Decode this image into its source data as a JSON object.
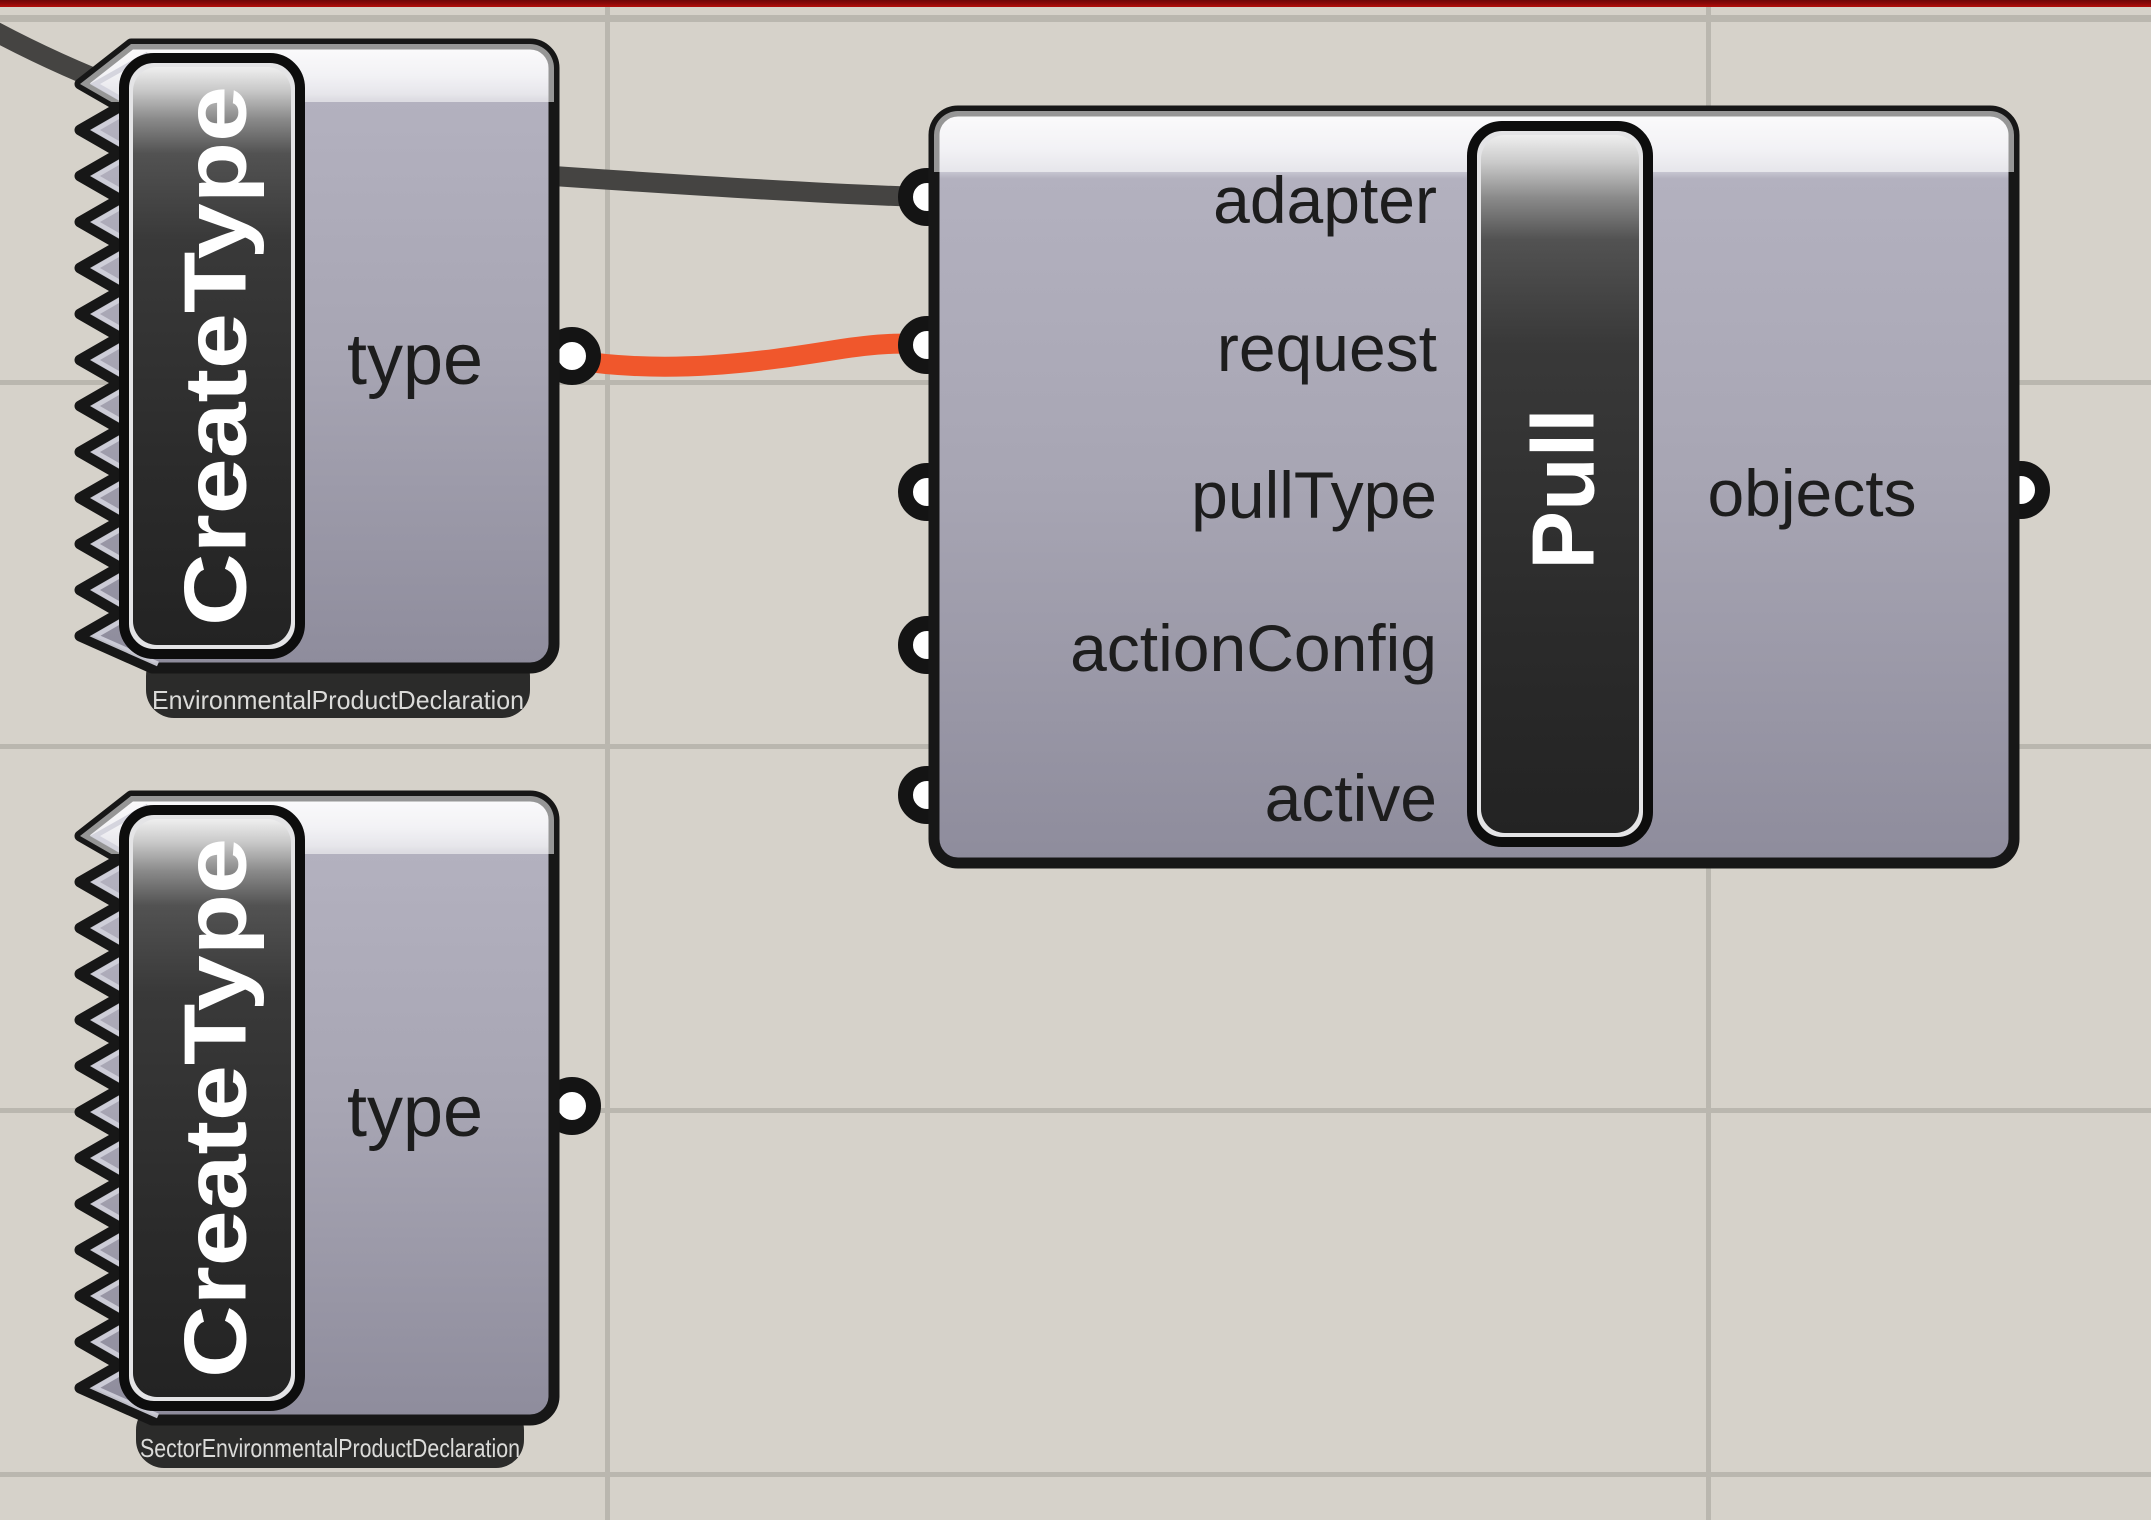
{
  "canvas": {
    "background": "#d6d2ca",
    "grid_line_color": "#bab7af",
    "top_bar_dark_red": "#6f0608",
    "top_bar_bright_red": "#b40e0b"
  },
  "wires": {
    "adapter_wire_color": "#454442",
    "request_wire_color": "#f0572c"
  },
  "components": {
    "create_type_1": {
      "title": "CreateType",
      "output_label": "type",
      "nickname": "EnvironmentalProductDeclaration"
    },
    "create_type_2": {
      "title": "CreateType",
      "output_label": "type",
      "nickname": "SectorEnvironmentalProductDeclaration"
    },
    "pull": {
      "title": "Pull",
      "inputs": [
        "adapter",
        "request",
        "pullType",
        "actionConfig",
        "active"
      ],
      "output_label": "objects"
    }
  }
}
